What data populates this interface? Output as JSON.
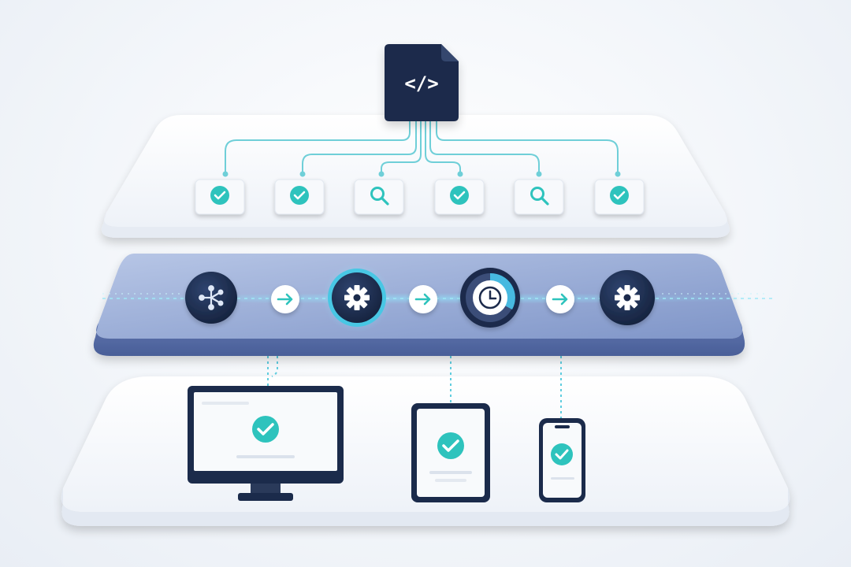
{
  "source_file": {
    "icon": "code-file-icon",
    "glyph": "</>"
  },
  "checks": [
    {
      "icon": "check-icon",
      "status": "pass"
    },
    {
      "icon": "check-icon",
      "status": "pass"
    },
    {
      "icon": "search-icon",
      "status": "inspect"
    },
    {
      "icon": "check-icon",
      "status": "pass"
    },
    {
      "icon": "search-icon",
      "status": "inspect"
    },
    {
      "icon": "check-icon",
      "status": "pass"
    }
  ],
  "pipeline": [
    {
      "icon": "branch-icon"
    },
    {
      "icon": "arrow-right-icon"
    },
    {
      "icon": "gear-icon",
      "highlighted": true
    },
    {
      "icon": "arrow-right-icon"
    },
    {
      "icon": "clock-icon",
      "progress": 0.35
    },
    {
      "icon": "arrow-right-icon"
    },
    {
      "icon": "gear-icon"
    }
  ],
  "devices": [
    {
      "type": "monitor",
      "icon": "check-icon"
    },
    {
      "type": "tablet",
      "icon": "check-icon"
    },
    {
      "type": "phone",
      "icon": "check-icon"
    }
  ],
  "colors": {
    "navy": "#1b2b4b",
    "teal": "#2ec3bd",
    "cyan_glow": "#5fd6e6",
    "pipeline_tray": "#6a83bd",
    "tray_white": "#f7f9fc"
  }
}
